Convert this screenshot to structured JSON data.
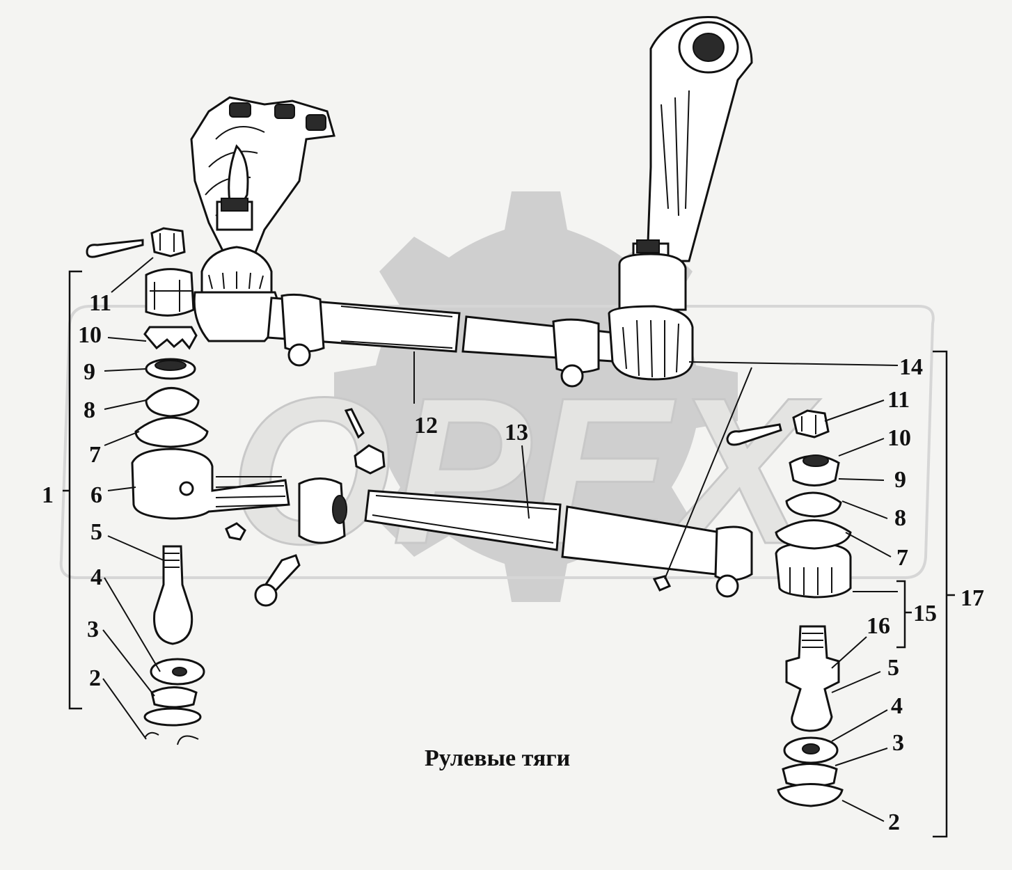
{
  "caption": "Рулевые тяги",
  "watermark": "OPEX",
  "callouts": {
    "left_assembly": {
      "n1": "1",
      "n2": "2",
      "n3": "3",
      "n4": "4",
      "n5": "5",
      "n6": "6",
      "n7": "7",
      "n8": "8",
      "n9": "9",
      "n10": "10",
      "n11": "11"
    },
    "center": {
      "n12": "12",
      "n13": "13",
      "n14": "14"
    },
    "right_assembly": {
      "n2": "2",
      "n3": "3",
      "n4": "4",
      "n5": "5",
      "n7": "7",
      "n8": "8",
      "n9": "9",
      "n10": "10",
      "n11": "11",
      "n15": "15",
      "n16": "16",
      "n17": "17"
    }
  },
  "colors": {
    "ink": "#111111",
    "paper": "#f4f4f2",
    "watermark": "#cfcfcf"
  }
}
